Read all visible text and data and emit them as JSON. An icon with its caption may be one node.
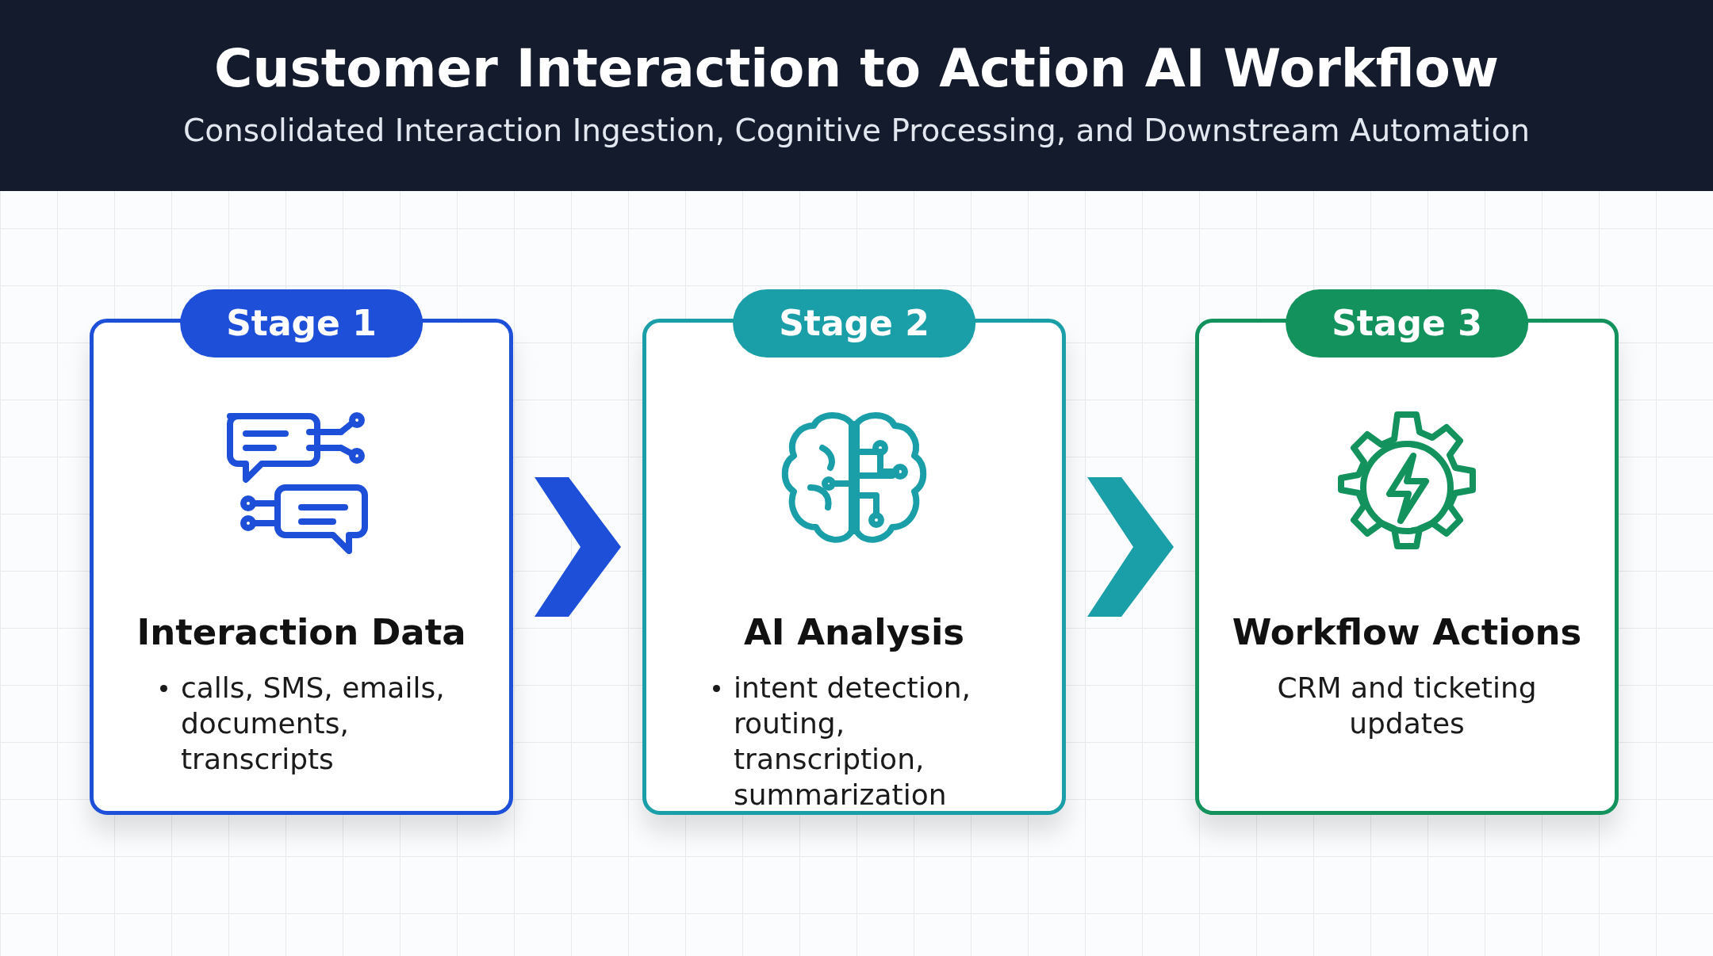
{
  "diagram": {
    "title": "Customer Interaction to Action AI Workflow",
    "caption": "Consolidated Interaction Ingestion, Cognitive Processing, and Downstream Automation",
    "nodes": [
      {
        "text": [
          "Stage 1",
          "Interaction Data",
          "calls, SMS, emails, documents, transcripts"
        ]
      },
      {
        "text": [
          "Stage 2",
          "AI Analysis",
          "intent detection, routing, transcription, summarization"
        ]
      },
      {
        "text": [
          "Stage 3",
          "Workflow Actions",
          "CRM and ticketing updates"
        ]
      }
    ],
    "edges": [
      {
        "from": 0,
        "to": 1,
        "arrow": "to",
        "color": "#1d4fd8"
      },
      {
        "from": 1,
        "to": 2,
        "arrow": "to",
        "color": "#1a9fa8"
      }
    ]
  }
}
